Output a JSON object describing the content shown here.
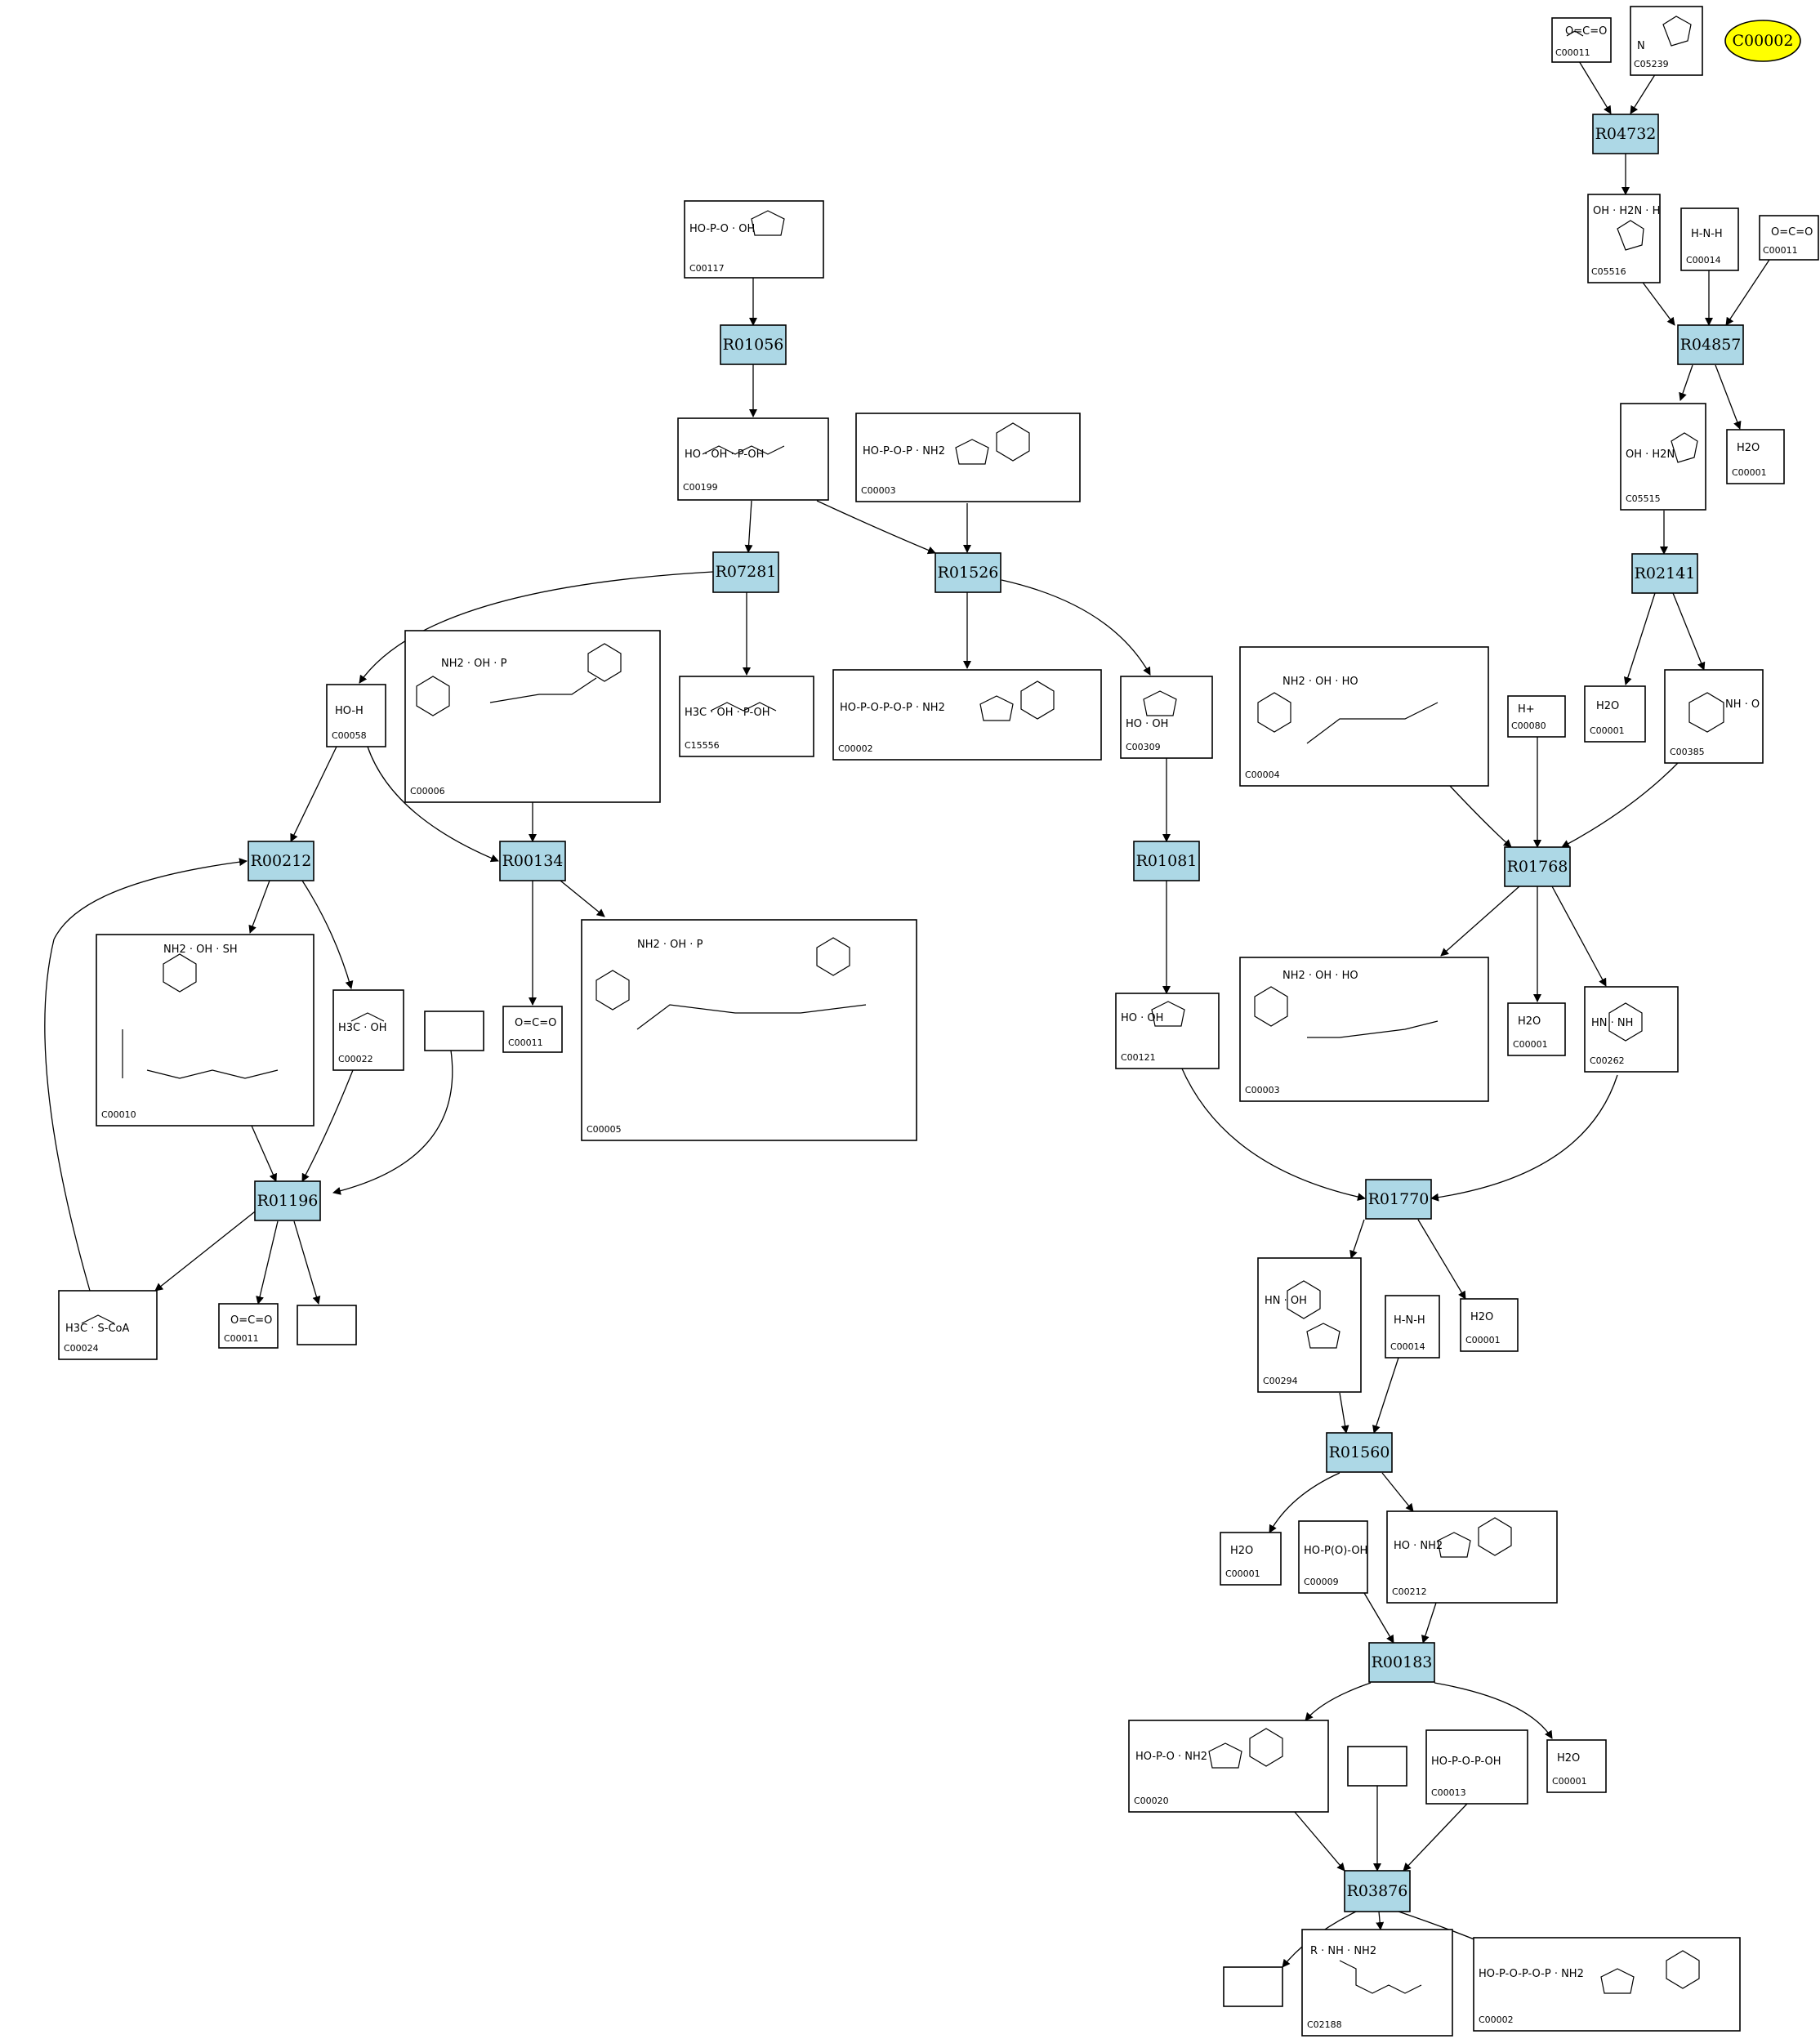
{
  "highlight": {
    "label": "C00002",
    "color": "#ffff00"
  },
  "reactions": [
    "R04732",
    "R04857",
    "R02141",
    "R01768",
    "R01770",
    "R01560",
    "R00183",
    "R03876",
    "R01056",
    "R07281",
    "R01526",
    "R00212",
    "R00134",
    "R01081",
    "R01196"
  ],
  "reaction_color": "#add8e6",
  "compounds": [
    {
      "id": "C00011",
      "atoms": "O=C=O"
    },
    {
      "id": "C05239",
      "atoms": "N"
    },
    {
      "id": "C05516",
      "atoms": "OH · H2N · H"
    },
    {
      "id": "C00014",
      "atoms": "H-N-H"
    },
    {
      "id": "C00011",
      "atoms": "O=C=O"
    },
    {
      "id": "C05515",
      "atoms": "OH · H2N"
    },
    {
      "id": "C00001",
      "atoms": "H2O"
    },
    {
      "id": "C00001",
      "atoms": "H2O"
    },
    {
      "id": "C00385",
      "atoms": "NH · O"
    },
    {
      "id": "C00004",
      "atoms": "NH2 · OH · HO"
    },
    {
      "id": "C00080",
      "atoms": "H+"
    },
    {
      "id": "C00003",
      "atoms": "NH2 · OH · HO"
    },
    {
      "id": "C00001",
      "atoms": "H2O"
    },
    {
      "id": "C00262",
      "atoms": "HN · NH"
    },
    {
      "id": "C00121",
      "atoms": "HO · OH"
    },
    {
      "id": "C00294",
      "atoms": "HN · OH"
    },
    {
      "id": "C00014",
      "atoms": "H-N-H"
    },
    {
      "id": "C00001",
      "atoms": "H2O"
    },
    {
      "id": "C00001",
      "atoms": "H2O"
    },
    {
      "id": "C00009",
      "atoms": "HO-P(O)-OH"
    },
    {
      "id": "C00212",
      "atoms": "HO · NH2"
    },
    {
      "id": "C00020",
      "atoms": "HO-P-O · NH2"
    },
    {
      "id": "",
      "atoms": ""
    },
    {
      "id": "C00013",
      "atoms": "HO-P-O-P-OH"
    },
    {
      "id": "C00001",
      "atoms": "H2O"
    },
    {
      "id": "",
      "atoms": ""
    },
    {
      "id": "C02188",
      "atoms": "R · NH · NH2"
    },
    {
      "id": "C00002",
      "atoms": "HO-P-O-P-O-P · NH2"
    },
    {
      "id": "C00117",
      "atoms": "HO-P-O · OH"
    },
    {
      "id": "C00199",
      "atoms": "HO · OH · P-OH"
    },
    {
      "id": "C00003",
      "atoms": "HO-P-O-P · NH2"
    },
    {
      "id": "C00058",
      "atoms": "HO-H"
    },
    {
      "id": "C00006",
      "atoms": "NH2 · OH · P"
    },
    {
      "id": "C15556",
      "atoms": "H3C · OH · P-OH"
    },
    {
      "id": "C00002",
      "atoms": "HO-P-O-P-O-P · NH2"
    },
    {
      "id": "C00309",
      "atoms": "HO · OH"
    },
    {
      "id": "C00010",
      "atoms": "NH2 · OH · SH"
    },
    {
      "id": "C00022",
      "atoms": "H3C · OH"
    },
    {
      "id": "",
      "atoms": ""
    },
    {
      "id": "C00011",
      "atoms": "O=C=O"
    },
    {
      "id": "C00005",
      "atoms": "NH2 · OH · P"
    },
    {
      "id": "C00024",
      "atoms": "H3C · S-CoA"
    },
    {
      "id": "C00011",
      "atoms": "O=C=O"
    },
    {
      "id": "",
      "atoms": ""
    }
  ]
}
